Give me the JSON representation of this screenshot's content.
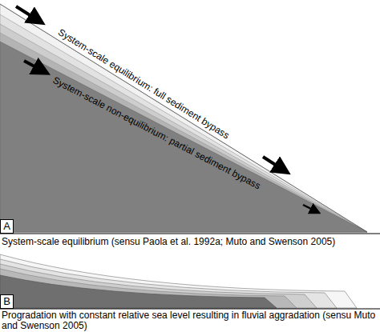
{
  "diagram": {
    "labels": [
      "System-scale equilibrium: full sediment bypass",
      "System-scale non-equilibrium: partial sediment bypass",
      "A",
      "System-scale equilibrium (sensu Paola et al. 1992a; Muto and Swenson 2005)",
      "B",
      "Progradation with constant relative sea level resulting in fluvial aggradation (sensu Muto and Swenson 2005)"
    ]
  }
}
